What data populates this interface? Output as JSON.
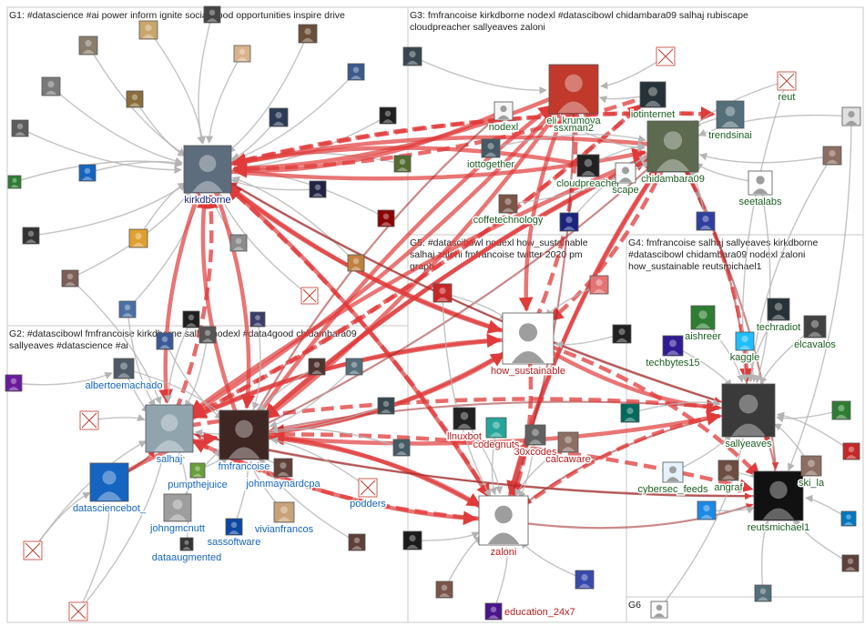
{
  "clusters": [
    {
      "id": "G1",
      "title_lines": [
        "G1: #datascience #ai power inform ignite social good opportunities inspire drive"
      ]
    },
    {
      "id": "G3",
      "title_lines": [
        "G3: fmfrancoise kirkdborne nodexl #datascibowl chidambara09 salhaj rubiscape",
        "cloudpreacher sallyeaves zaloni"
      ]
    },
    {
      "id": "G2",
      "title_lines": [
        "G2: #datascibowl fmfrancoise kirkdborne salhaj nodexl #data4good chidambara09",
        "sallyeaves #datascience #ai"
      ]
    },
    {
      "id": "G5",
      "title_lines": [
        "G5: #datascibowl nodexl how_sustainable",
        "salhaj zaloni fmfrancoise twitter 2020 pm",
        "graph"
      ]
    },
    {
      "id": "G4",
      "title_lines": [
        "G4: fmfrancoise salhaj sallyeaves kirkdborne",
        "#datascibowl chidambara09 nodexl zaloni",
        "how_sustainable reutsmichael1"
      ]
    },
    {
      "id": "G6",
      "title_lines": [
        "G6"
      ]
    }
  ],
  "colors": {
    "border": "#c8c8c8",
    "edge_gray": "#b4b4b4",
    "edge_red": "#e03a3a",
    "edge_dark_red": "#a02828",
    "g1_label": "#1a237e",
    "g2_label": "#1565c0",
    "g3_label": "#1b5e20",
    "g4_label": "#1b5e20",
    "g5_label": "#b71c1c"
  },
  "nodes": [
    {
      "id": "kirkdborne",
      "label": "kirkdborne",
      "cluster": "G1",
      "icon": "avatar-photo",
      "tone": "#5d6d7e"
    },
    {
      "id": "g1a",
      "label": "",
      "cluster": "G1",
      "icon": "avatar-photo",
      "tone": "#8b7d6b"
    },
    {
      "id": "g1b",
      "label": "",
      "cluster": "G1",
      "icon": "avatar-photo",
      "tone": "#c9a66b"
    },
    {
      "id": "g1c",
      "label": "",
      "cluster": "G1",
      "icon": "avatar-photo",
      "tone": "#444444"
    },
    {
      "id": "g1d",
      "label": "",
      "cluster": "G1",
      "icon": "avatar-photo",
      "tone": "#6b4f3a"
    },
    {
      "id": "g1e",
      "label": "",
      "cluster": "G1",
      "icon": "avatar-photo",
      "tone": "#d9b38c"
    },
    {
      "id": "g1f",
      "label": "",
      "cluster": "G1",
      "icon": "avatar-photo",
      "tone": "#3a5a8c"
    },
    {
      "id": "g1g",
      "label": "",
      "cluster": "G1",
      "icon": "avatar-photo",
      "tone": "#7a7a7a"
    },
    {
      "id": "g1h",
      "label": "",
      "cluster": "G1",
      "icon": "avatar-photo",
      "tone": "#2b3a55"
    },
    {
      "id": "g1i",
      "label": "",
      "cluster": "G1",
      "icon": "avatar-photo",
      "tone": "#8a6d3b"
    },
    {
      "id": "g1j",
      "label": "",
      "cluster": "G1",
      "icon": "avatar-photo",
      "tone": "#2e7d32"
    },
    {
      "id": "g1k",
      "label": "",
      "cluster": "G1",
      "icon": "avatar-photo",
      "tone": "#5c5c5c"
    },
    {
      "id": "g1l",
      "label": "",
      "cluster": "G1",
      "icon": "avatar-photo",
      "tone": "#1565c0"
    },
    {
      "id": "g1m",
      "label": "",
      "cluster": "G1",
      "icon": "avatar-photo",
      "tone": "#333333"
    },
    {
      "id": "g1n",
      "label": "",
      "cluster": "G1",
      "icon": "avatar-photo",
      "tone": "#e0a030"
    },
    {
      "id": "g1o",
      "label": "",
      "cluster": "G1",
      "icon": "avatar-photo",
      "tone": "#7b5e57"
    },
    {
      "id": "g1p",
      "label": "",
      "cluster": "G1",
      "icon": "avatar-photo",
      "tone": "#222244"
    },
    {
      "id": "g1q",
      "label": "",
      "cluster": "G1",
      "icon": "avatar-photo",
      "tone": "#556b2f"
    },
    {
      "id": "g1r",
      "label": "",
      "cluster": "G1",
      "icon": "avatar-photo",
      "tone": "#8c8c8c"
    },
    {
      "id": "g1s",
      "label": "",
      "cluster": "G1",
      "icon": "avatar-photo",
      "tone": "#4a6fa5"
    },
    {
      "id": "g1t",
      "label": "",
      "cluster": "G1",
      "icon": "broken-image-icon",
      "tone": "#ffffff"
    },
    {
      "id": "g1u",
      "label": "",
      "cluster": "G1",
      "icon": "avatar-photo",
      "tone": "#1f1f1f"
    },
    {
      "id": "g1v",
      "label": "",
      "cluster": "G1",
      "icon": "avatar-photo",
      "tone": "#3d3d6b"
    },
    {
      "id": "g1w",
      "label": "",
      "cluster": "G1",
      "icon": "avatar-photo",
      "tone": "#555555"
    },
    {
      "id": "g1x",
      "label": "",
      "cluster": "G1",
      "icon": "avatar-photo",
      "tone": "#c08040"
    },
    {
      "id": "g1y",
      "label": "",
      "cluster": "G1",
      "icon": "avatar-photo",
      "tone": "#202020"
    },
    {
      "id": "g1z",
      "label": "",
      "cluster": "G1",
      "icon": "avatar-photo",
      "tone": "#3b5998"
    },
    {
      "id": "g1aa",
      "label": "",
      "cluster": "G1",
      "icon": "avatar-photo",
      "tone": "#8b0000"
    },
    {
      "id": "nodexl",
      "label": "nodexl",
      "cluster": "G3",
      "icon": "avatar-photo",
      "tone": "#f5f5f5"
    },
    {
      "id": "eli_krumova",
      "label": "eli_krumova",
      "cluster": "G3",
      "icon": "avatar-photo",
      "tone": "#c0392b"
    },
    {
      "id": "ssxman2",
      "label": "ssxman2",
      "cluster": "G3",
      "icon": "avatar-photo",
      "tone": "#6d4c41"
    },
    {
      "id": "iotinternet",
      "label": "iotinternet",
      "cluster": "G3",
      "icon": "avatar-photo",
      "tone": "#263238"
    },
    {
      "id": "trendsinai",
      "label": "trendsinai",
      "cluster": "G3",
      "icon": "avatar-photo",
      "tone": "#546e7a"
    },
    {
      "id": "chidambara09",
      "label": "chidambara09",
      "cluster": "G3",
      "icon": "avatar-photo",
      "tone": "#5d6a4f"
    },
    {
      "id": "reut",
      "label": "reut",
      "cluster": "G3",
      "icon": "broken-image-icon",
      "tone": "#ffffff"
    },
    {
      "id": "iottogether",
      "label": "iottogether",
      "cluster": "G3",
      "icon": "avatar-photo",
      "tone": "#455a64"
    },
    {
      "id": "cloudpreacher",
      "label": "cloudpreacher",
      "cluster": "G3",
      "icon": "avatar-photo",
      "tone": "#212121"
    },
    {
      "id": "scape",
      "label": "scape",
      "cluster": "G3",
      "icon": "avatar-photo",
      "tone": "#fafafa"
    },
    {
      "id": "seetalabs",
      "label": "seetalabs",
      "cluster": "G3",
      "icon": "avatar-photo",
      "tone": "#ffffff"
    },
    {
      "id": "coffetechnology",
      "label": "coffetechnology",
      "cluster": "G3",
      "icon": "avatar-photo",
      "tone": "#795548"
    },
    {
      "id": "g3a",
      "label": "",
      "cluster": "G3",
      "icon": "broken-image-icon",
      "tone": "#ffffff"
    },
    {
      "id": "g3b",
      "label": "",
      "cluster": "G3",
      "icon": "avatar-photo",
      "tone": "#37474f"
    },
    {
      "id": "g3c",
      "label": "",
      "cluster": "G3",
      "icon": "avatar-photo",
      "tone": "#1a237e"
    },
    {
      "id": "g3d",
      "label": "",
      "cluster": "G3",
      "icon": "avatar-photo",
      "tone": "#e0e0e0"
    },
    {
      "id": "g3e",
      "label": "",
      "cluster": "G3",
      "icon": "avatar-photo",
      "tone": "#8d6e63"
    },
    {
      "id": "g3f",
      "label": "",
      "cluster": "G3",
      "icon": "avatar-photo",
      "tone": "#303f9f"
    },
    {
      "id": "salhaj",
      "label": "salhaj",
      "cluster": "G2",
      "icon": "avatar-photo",
      "tone": "#90a4ae"
    },
    {
      "id": "fmfrancoise",
      "label": "fmfrancoise",
      "cluster": "G2",
      "icon": "avatar-photo",
      "tone": "#3e2723"
    },
    {
      "id": "albertoemachado",
      "label": "albertoemachado",
      "cluster": "G2",
      "icon": "avatar-photo",
      "tone": "#4e5a65"
    },
    {
      "id": "datasciencebot_",
      "label": "datasciencebot_",
      "cluster": "G2",
      "icon": "avatar-photo",
      "tone": "#1565c0"
    },
    {
      "id": "pumpthejuice",
      "label": "pumpthejuice",
      "cluster": "G2",
      "icon": "avatar-photo",
      "tone": "#689f38"
    },
    {
      "id": "johnmaynardcpa",
      "label": "johnmaynardcpa",
      "cluster": "G2",
      "icon": "avatar-photo",
      "tone": "#5d4037"
    },
    {
      "id": "johngmcnutt",
      "label": "johngmcnutt",
      "cluster": "G2",
      "icon": "avatar-photo",
      "tone": "#9e9e9e"
    },
    {
      "id": "sassoftware",
      "label": "sassoftware",
      "cluster": "G2",
      "icon": "avatar-photo",
      "tone": "#0d47a1"
    },
    {
      "id": "vivianfrancos",
      "label": "vivianfrancos",
      "cluster": "G2",
      "icon": "avatar-photo",
      "tone": "#c8a27a"
    },
    {
      "id": "dataaugmented",
      "label": "dataaugmented",
      "cluster": "G2",
      "icon": "avatar-photo",
      "tone": "#333333"
    },
    {
      "id": "podders",
      "label": "podders",
      "cluster": "G2",
      "icon": "broken-image-icon",
      "tone": "#ffffff"
    },
    {
      "id": "g2a",
      "label": "",
      "cluster": "G2",
      "icon": "broken-image-icon",
      "tone": "#ffffff"
    },
    {
      "id": "g2b",
      "label": "",
      "cluster": "G2",
      "icon": "broken-image-icon",
      "tone": "#ffffff"
    },
    {
      "id": "g2c",
      "label": "",
      "cluster": "G2",
      "icon": "broken-image-icon",
      "tone": "#ffffff"
    },
    {
      "id": "g2d",
      "label": "",
      "cluster": "G2",
      "icon": "avatar-photo",
      "tone": "#6a1b9a"
    },
    {
      "id": "g2e",
      "label": "",
      "cluster": "G2",
      "icon": "avatar-photo",
      "tone": "#546e7a"
    },
    {
      "id": "g2f",
      "label": "",
      "cluster": "G2",
      "icon": "avatar-photo",
      "tone": "#4e342e"
    },
    {
      "id": "g2g",
      "label": "",
      "cluster": "G2",
      "icon": "avatar-photo",
      "tone": "#37474f"
    },
    {
      "id": "g2h",
      "label": "",
      "cluster": "G2",
      "icon": "avatar-photo",
      "tone": "#455a64"
    },
    {
      "id": "g2i",
      "label": "",
      "cluster": "G2",
      "icon": "avatar-photo",
      "tone": "#5d4037"
    },
    {
      "id": "how_sustainable",
      "label": "how_sustainable",
      "cluster": "G5",
      "icon": "avatar-photo",
      "tone": "#ffffff"
    },
    {
      "id": "linuxbot",
      "label": "llnuxbot",
      "cluster": "G5",
      "icon": "avatar-photo",
      "tone": "#222222"
    },
    {
      "id": "codegnuts",
      "label": "codegnuts",
      "cluster": "G5",
      "icon": "avatar-photo",
      "tone": "#26a69a"
    },
    {
      "id": "30xcodes",
      "label": "30xcodes",
      "cluster": "G5",
      "icon": "avatar-photo",
      "tone": "#616161"
    },
    {
      "id": "calcaware",
      "label": "calcaware",
      "cluster": "G5",
      "icon": "avatar-photo",
      "tone": "#8d6e63"
    },
    {
      "id": "zaloni",
      "label": "zaloni",
      "cluster": "G5",
      "icon": "avatar-photo",
      "tone": "#ffffff"
    },
    {
      "id": "education_24x7",
      "label": "education_24x7",
      "cluster": "G5",
      "icon": "avatar-photo",
      "tone": "#4a148c"
    },
    {
      "id": "g5a",
      "label": "",
      "cluster": "G5",
      "icon": "avatar-photo",
      "tone": "#c62828"
    },
    {
      "id": "g5b",
      "label": "",
      "cluster": "G5",
      "icon": "avatar-photo",
      "tone": "#e57373"
    },
    {
      "id": "g5c",
      "label": "",
      "cluster": "G5",
      "icon": "avatar-photo",
      "tone": "#212121"
    },
    {
      "id": "g5d",
      "label": "",
      "cluster": "G5",
      "icon": "avatar-photo",
      "tone": "#795548"
    },
    {
      "id": "g5e",
      "label": "",
      "cluster": "G5",
      "icon": "avatar-photo",
      "tone": "#1a1a1a"
    },
    {
      "id": "g5f",
      "label": "",
      "cluster": "G5",
      "icon": "avatar-photo",
      "tone": "#3949ab"
    },
    {
      "id": "aishreer",
      "label": "aishreer",
      "cluster": "G4",
      "icon": "avatar-photo",
      "tone": "#2e7d32"
    },
    {
      "id": "techradiot",
      "label": "techradiot",
      "cluster": "G4",
      "icon": "avatar-photo",
      "tone": "#263238"
    },
    {
      "id": "kaggle",
      "label": "kaggle",
      "cluster": "G4",
      "icon": "avatar-photo",
      "tone": "#20beff"
    },
    {
      "id": "elcavalos",
      "label": "elcavalos",
      "cluster": "G4",
      "icon": "avatar-photo",
      "tone": "#424242"
    },
    {
      "id": "techbytes15",
      "label": "techbytes15",
      "cluster": "G4",
      "icon": "avatar-photo",
      "tone": "#311b92"
    },
    {
      "id": "sallyeaves",
      "label": "sallyeaves",
      "cluster": "G4",
      "icon": "avatar-photo",
      "tone": "#3a3a3a"
    },
    {
      "id": "cybersec_feeds",
      "label": "cybersec_feeds",
      "cluster": "G4",
      "icon": "avatar-photo",
      "tone": "#e3f2fd"
    },
    {
      "id": "angraf",
      "label": "angraf",
      "cluster": "G4",
      "icon": "avatar-photo",
      "tone": "#6d4c41"
    },
    {
      "id": "reutsmichael1",
      "label": "reutsmichael1",
      "cluster": "G4",
      "icon": "avatar-photo",
      "tone": "#111111"
    },
    {
      "id": "ski_la",
      "label": "ski_la",
      "cluster": "G4",
      "icon": "avatar-photo",
      "tone": "#8d6e63"
    },
    {
      "id": "g4a",
      "label": "",
      "cluster": "G4",
      "icon": "avatar-photo",
      "tone": "#00695c"
    },
    {
      "id": "g4b",
      "label": "",
      "cluster": "G4",
      "icon": "avatar-photo",
      "tone": "#1e88e5"
    },
    {
      "id": "g4c",
      "label": "",
      "cluster": "G4",
      "icon": "avatar-photo",
      "tone": "#2e7d32"
    },
    {
      "id": "g4d",
      "label": "",
      "cluster": "G4",
      "icon": "avatar-photo",
      "tone": "#c62828"
    },
    {
      "id": "g4e",
      "label": "",
      "cluster": "G4",
      "icon": "avatar-photo",
      "tone": "#5d4037"
    },
    {
      "id": "g4f",
      "label": "",
      "cluster": "G4",
      "icon": "avatar-photo",
      "tone": "#0277bd"
    },
    {
      "id": "g4g",
      "label": "",
      "cluster": "G4",
      "icon": "avatar-photo",
      "tone": "#546e7a"
    },
    {
      "id": "g6a",
      "label": "",
      "cluster": "G6",
      "icon": "avatar-photo",
      "tone": "#fafafa"
    }
  ]
}
